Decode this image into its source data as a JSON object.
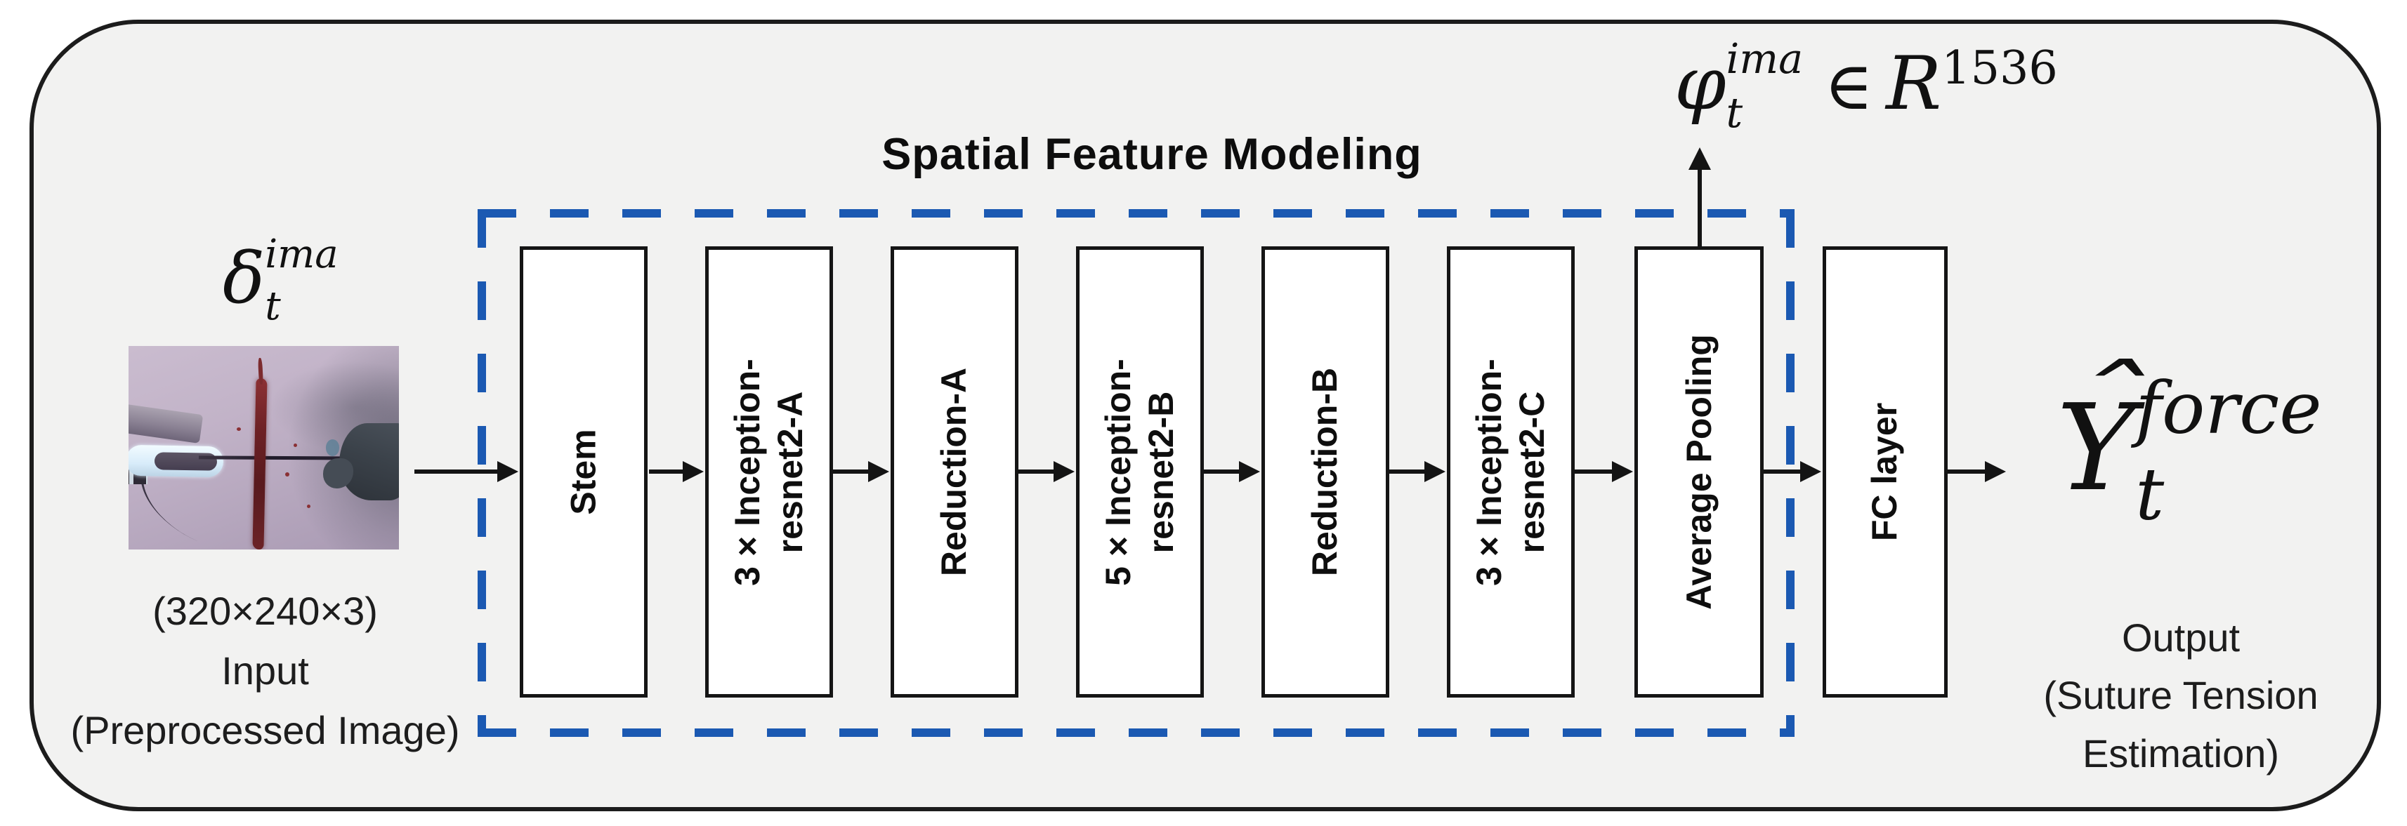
{
  "diagram": {
    "title": "Spatial Feature Modeling",
    "input": {
      "symbol": {
        "base": "δ",
        "sup": "ima",
        "sub": "t"
      },
      "caption": {
        "size": "(320×240×3)",
        "line1": "Input",
        "line2": "(Preprocessed Image)"
      }
    },
    "backbone_boxes": [
      {
        "label": "Stem"
      },
      {
        "label": "3 × Inception-\nresnet2-A"
      },
      {
        "label": "Reduction-A"
      },
      {
        "label": "5 × Inception-\nresnet2-B"
      },
      {
        "label": "Reduction-B"
      },
      {
        "label": "3 × Inception-\nresnet2-C"
      },
      {
        "label": "Average Pooling"
      }
    ],
    "fc_box": {
      "label": "FC layer"
    },
    "feature_vector": {
      "symbol": "φ",
      "sup": "ima",
      "sub": "t",
      "element_of": "∈",
      "space": "R",
      "dimension": "1536"
    },
    "output": {
      "symbol": {
        "hat": "ˆ",
        "base": "Y",
        "sup": "force",
        "sub": "t"
      },
      "caption": {
        "line1": "Output",
        "line2": "(Suture Tension",
        "line3": "Estimation)"
      }
    },
    "colors": {
      "panel_bg": "#f2f2f1",
      "panel_border": "#1c1c1c",
      "dashed_border": "#1b59b2",
      "box_border": "#151515",
      "arrow": "#141414",
      "blood_red": "#6d2125",
      "photo_bg": "#bcadc3"
    }
  }
}
